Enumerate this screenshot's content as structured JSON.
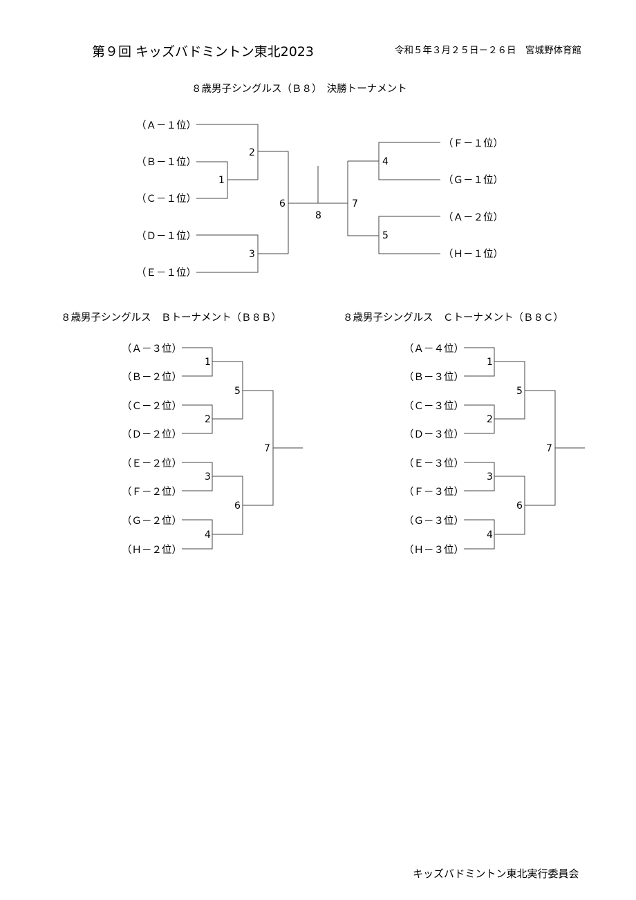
{
  "header": {
    "title": "第９回 キッズバドミントン東北2023",
    "date_venue": "令和５年３月２５日－２６日　宮城野体育館"
  },
  "final_tournament": {
    "title": "８歳男子シングルス（Ｂ８）　決勝トーナメント",
    "left_entries": [
      "（Ａ－１位）",
      "（Ｂ－１位）",
      "（Ｃ－１位）",
      "（Ｄ－１位）",
      "（Ｅ－１位）"
    ],
    "right_entries": [
      "（Ｆ－１位）",
      "（Ｇ－１位）",
      "（Ａ－２位）",
      "（Ｈ－１位）"
    ],
    "match_numbers": [
      "1",
      "2",
      "3",
      "4",
      "5",
      "6",
      "7",
      "8"
    ]
  },
  "b_tournament": {
    "title": "８歳男子シングルス　Ｂトーナメント（Ｂ８Ｂ）",
    "entries": [
      "（Ａ－３位）",
      "（Ｂ－２位）",
      "（Ｃ－２位）",
      "（Ｄ－２位）",
      "（Ｅ－２位）",
      "（Ｆ－２位）",
      "（Ｇ－２位）",
      "（Ｈ－２位）"
    ],
    "match_numbers": [
      "1",
      "2",
      "3",
      "4",
      "5",
      "6",
      "7"
    ]
  },
  "c_tournament": {
    "title": "８歳男子シングルス　Ｃトーナメント（Ｂ８Ｃ）",
    "entries": [
      "（Ａ－４位）",
      "（Ｂ－３位）",
      "（Ｃ－３位）",
      "（Ｄ－３位）",
      "（Ｅ－３位）",
      "（Ｆ－３位）",
      "（Ｇ－３位）",
      "（Ｈ－３位）"
    ],
    "match_numbers": [
      "1",
      "2",
      "3",
      "4",
      "5",
      "6",
      "7"
    ]
  },
  "footer": {
    "organizer": "キッズバドミントン東北実行委員会"
  }
}
